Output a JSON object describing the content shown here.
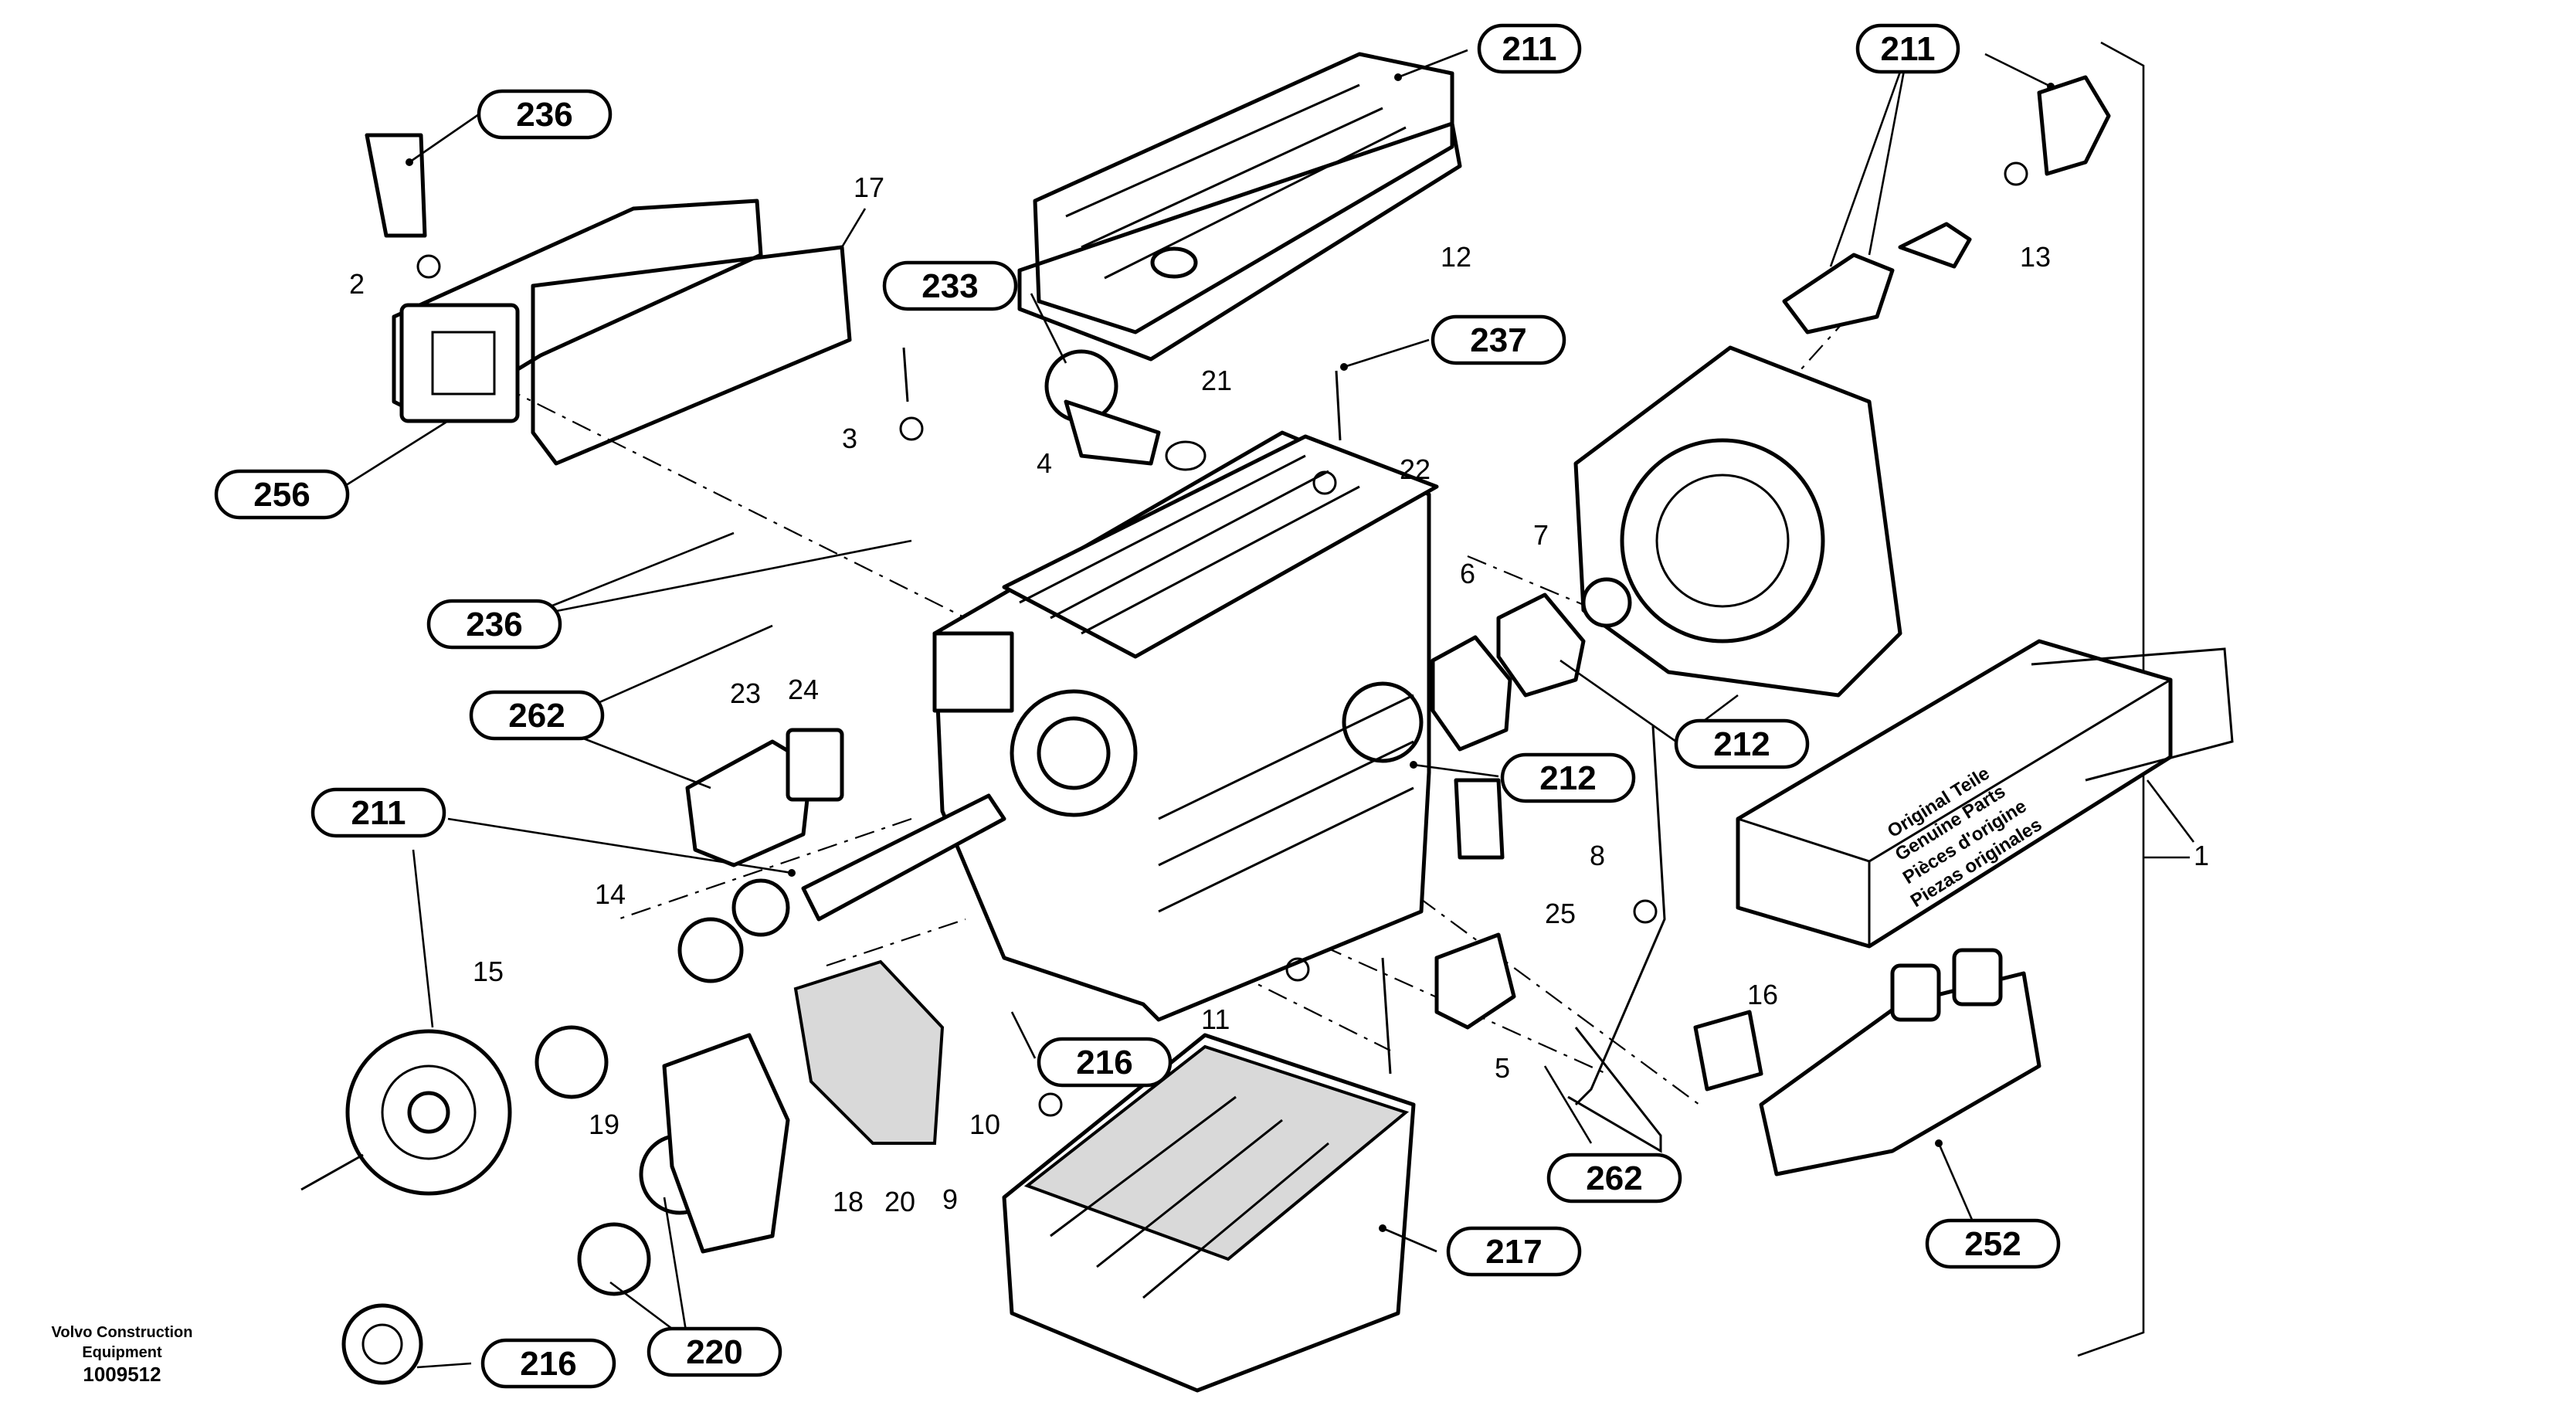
{
  "callouts": {
    "c211_top": "211",
    "c211_right": "211",
    "c211_left": "211",
    "c236_top": "236",
    "c236_mid": "236",
    "c256": "256",
    "c233": "233",
    "c237": "237",
    "c262_left": "262",
    "c262_bottom": "262",
    "c212_mid": "212",
    "c212_right": "212",
    "c216_mid": "216",
    "c216_bottom": "216",
    "c217": "217",
    "c220": "220",
    "c252": "252"
  },
  "labels": {
    "l1": "1",
    "l2": "2",
    "l3": "3",
    "l4": "4",
    "l5": "5",
    "l6": "6",
    "l7": "7",
    "l8": "8",
    "l9": "9",
    "l10": "10",
    "l11": "11",
    "l12": "12",
    "l13": "13",
    "l14": "14",
    "l15": "15",
    "l16": "16",
    "l17": "17",
    "l18": "18",
    "l19": "19",
    "l20": "20",
    "l21": "21",
    "l22": "22",
    "l23": "23",
    "l24": "24",
    "l25": "25"
  },
  "package": {
    "line1": "Original Teile",
    "line2": "Genuine Parts",
    "line3": "Pièces d'origine",
    "line4": "Piezas originales"
  },
  "footer": {
    "brand_line1": "Volvo Construction",
    "brand_line2": "Equipment",
    "drawing_number": "1009512"
  }
}
